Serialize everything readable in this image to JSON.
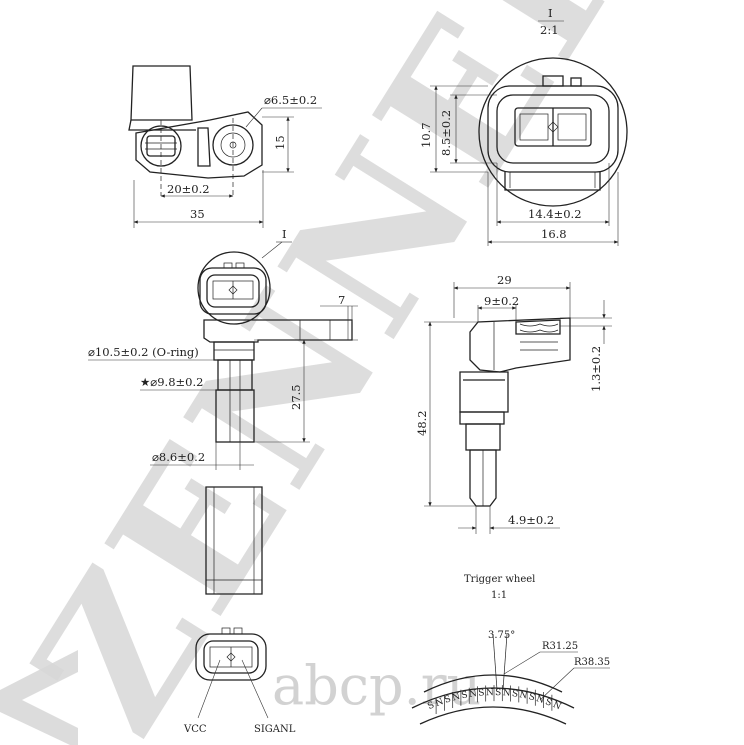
{
  "watermark": {
    "brand": "ZENNEK",
    "site": "abcp.ru"
  },
  "view_marker": {
    "label": "I",
    "scale": "2:1"
  },
  "dimensions": {
    "bore_dia": "⌀6.5±0.2",
    "height_15": "15",
    "spacing_20": "20±0.2",
    "width_35": "35",
    "conn_h_10_7": "10.7",
    "conn_h_8_5": "8.5±0.2",
    "conn_w_14_4": "14.4±0.2",
    "conn_w_16_8": "16.8",
    "flange_7": "7",
    "oring": "⌀10.5±0.2 (O-ring)",
    "body_9_8": "★⌀9.8±0.2",
    "length_27_5": "27.5",
    "tip_8_6": "⌀8.6±0.2",
    "side_29": "29",
    "side_9": "9±0.2",
    "side_1_3": "1.3±0.2",
    "side_48_2": "48.2",
    "side_4_9": "4.9±0.2"
  },
  "trigger_wheel": {
    "title": "Trigger wheel",
    "scale": "1:1",
    "angle": "3.75°",
    "r_inner": "R31.25",
    "r_outer": "R38.35",
    "poles": [
      "S",
      "N",
      "S",
      "N",
      "S",
      "N",
      "S",
      "N",
      "S",
      "N",
      "S",
      "N",
      "S",
      "N",
      "S",
      "N"
    ]
  },
  "pins": {
    "vcc": "VCC",
    "signal": "SIGANL"
  }
}
